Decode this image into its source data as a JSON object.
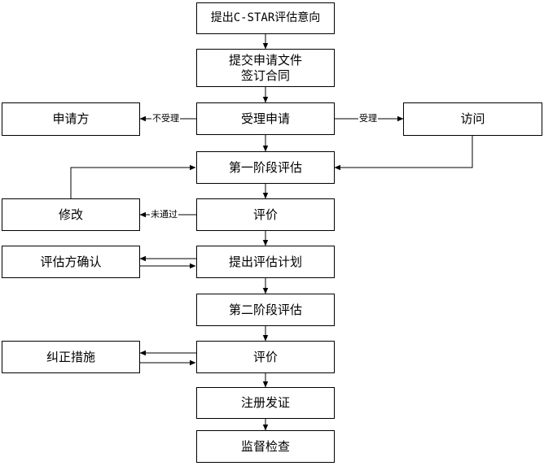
{
  "nodes": {
    "intent": "提出C-STAR评估意向",
    "contract": "提交申请文件\n签订合同",
    "accept": "受理申请",
    "applicant": "申请方",
    "visit": "访问",
    "stage1": "第一阶段评估",
    "revise": "修改",
    "review1": "评价",
    "plan": "提出评估计划",
    "confirm": "评估方确认",
    "stage2": "第二阶段评估",
    "corrective": "纠正措施",
    "review2": "评价",
    "certify": "注册发证",
    "supervise": "监督检查"
  },
  "edge_labels": {
    "not_accepted": "不受理",
    "accepted": "受理",
    "not_passed": "未通过"
  },
  "colors": {
    "line": "#000000",
    "box_border": "#000000",
    "background": "#ffffff"
  }
}
